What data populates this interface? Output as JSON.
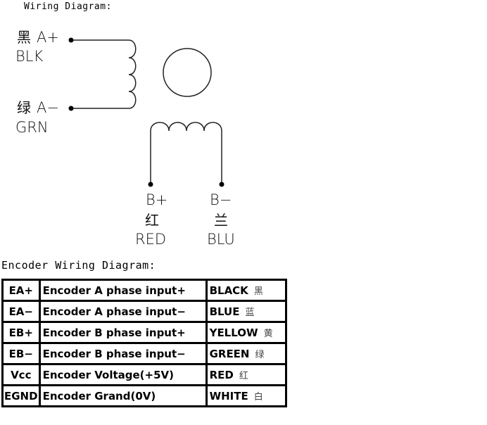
{
  "wiring_title": "Wiring Diagram:",
  "encoder_title": "Encoder Wiring Diagram:",
  "motor_wires": {
    "a_plus": {
      "cn": "黑",
      "label": "A+",
      "color": "BLK"
    },
    "a_minus": {
      "cn": "绿",
      "label": "A−",
      "color": "GRN"
    },
    "b_plus": {
      "label": "B+",
      "cn": "红",
      "color": "RED"
    },
    "b_minus": {
      "label": "B−",
      "cn": "兰",
      "color": "BLU"
    }
  },
  "encoder_table": [
    {
      "code": "EA+",
      "desc": "Encoder A phase input+",
      "color": "BLACK",
      "cn": "黑"
    },
    {
      "code": "EA−",
      "desc": "Encoder A phase input−",
      "color": "BLUE",
      "cn": "蓝"
    },
    {
      "code": "EB+",
      "desc": "Encoder B phase input+",
      "color": "YELLOW",
      "cn": "黄"
    },
    {
      "code": "EB−",
      "desc": "Encoder B phase input−",
      "color": "GREEN",
      "cn": "绿"
    },
    {
      "code": "Vcc",
      "desc": "Encoder Voltage(+5V)",
      "color": "RED",
      "cn": "红"
    },
    {
      "code": "EGND",
      "desc": "Encoder Grand(0V)",
      "color": "WHITE",
      "cn": "白"
    }
  ]
}
